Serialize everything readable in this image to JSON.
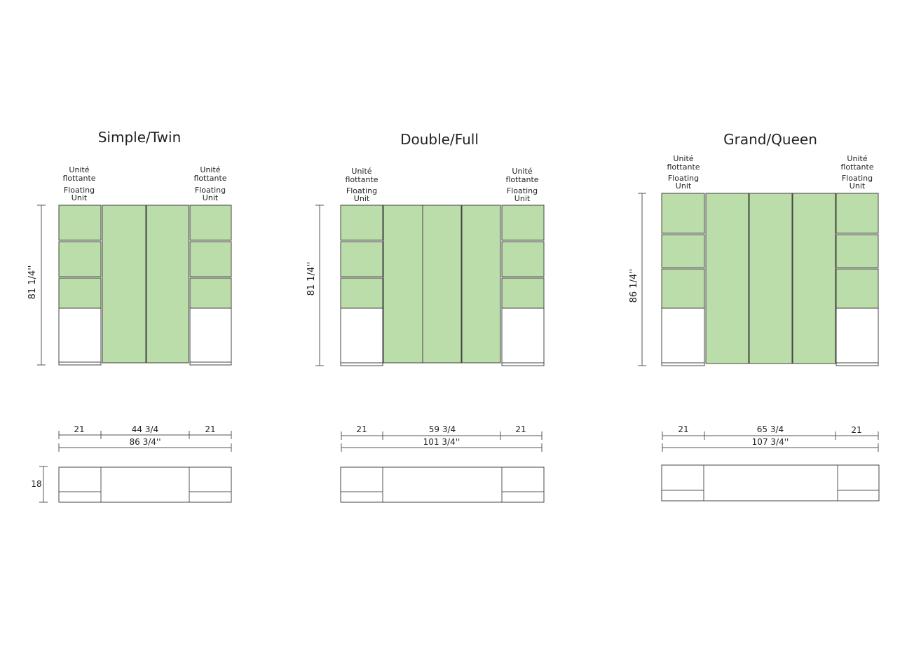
{
  "colors": {
    "panel_fill": "#bbdda9",
    "line": "#444444",
    "background": "#ffffff"
  },
  "labels": {
    "floating_fr_1": "Unité",
    "floating_fr_2": "flottante",
    "floating_en_1": "Floating",
    "floating_en_2": "Unit"
  },
  "plan_depth": "18",
  "configurations": [
    {
      "title": "Simple/Twin",
      "height": "81 1/4''",
      "side_width": "21",
      "center_width": "44 3/4",
      "total_width": "86 3/4''"
    },
    {
      "title": "Double/Full",
      "height": "81 1/4''",
      "side_width": "21",
      "center_width": "59 3/4",
      "total_width": "101 3/4''"
    },
    {
      "title": "Grand/Queen",
      "height": "86 1/4''",
      "side_width": "21",
      "center_width": "65 3/4",
      "total_width": "107 3/4''"
    }
  ]
}
